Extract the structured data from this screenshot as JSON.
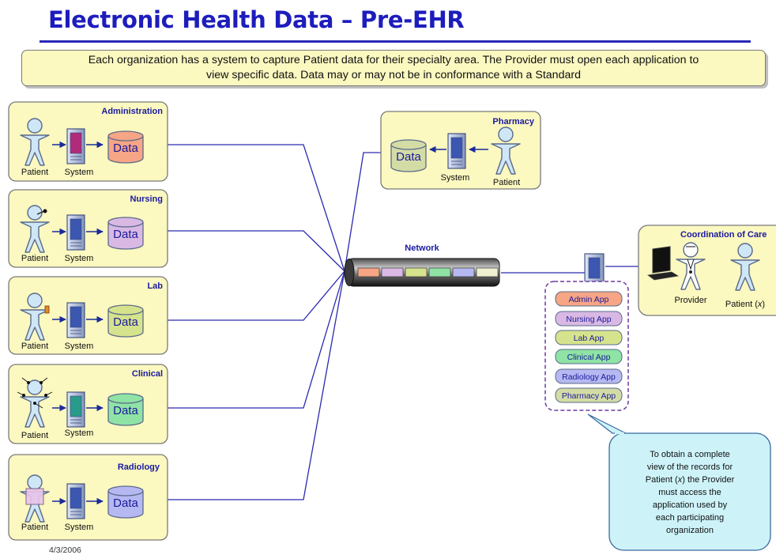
{
  "title": "Electronic Health Data – Pre-EHR",
  "intro": {
    "line1": "Each organization has a system to capture Patient data for their specialty area.  The Provider must open each application to",
    "line2": "view specific data. Data may or may not be in conformance with a Standard"
  },
  "labels": {
    "patient": "Patient",
    "system": "System",
    "data": "Data",
    "network": "Network",
    "provider": "Provider",
    "patient_x_prefix": "Patient (",
    "patient_x_var": "x",
    "patient_x_suffix": ")"
  },
  "departments": [
    "Administration",
    "Nursing",
    "Lab",
    "Clinical",
    "Radiology"
  ],
  "pharmacy": "Pharmacy",
  "coordination": "Coordination of Care",
  "apps": [
    "Admin App",
    "Nursing App",
    "Lab App",
    "Clinical App",
    "Radiology App",
    "Pharmacy App"
  ],
  "callout": {
    "line1": "To obtain a complete",
    "line2": "view of the records for",
    "line3_prefix": "Patient (",
    "line3_var": "x",
    "line3_suffix": ") the Provider",
    "line4": "must access the",
    "line5": "application used by",
    "line6": "each participating",
    "line7": "organization"
  },
  "date": "4/3/2006",
  "colors": {
    "admin": "#f6a585",
    "nursing": "#d9b9e4",
    "lab": "#d6e38d",
    "clinical": "#8fe3a5",
    "radiology": "#b6b8f2",
    "pharmacy": "#d4dca6",
    "panel": "#fbf8c0",
    "title": "#1d1dbd"
  }
}
